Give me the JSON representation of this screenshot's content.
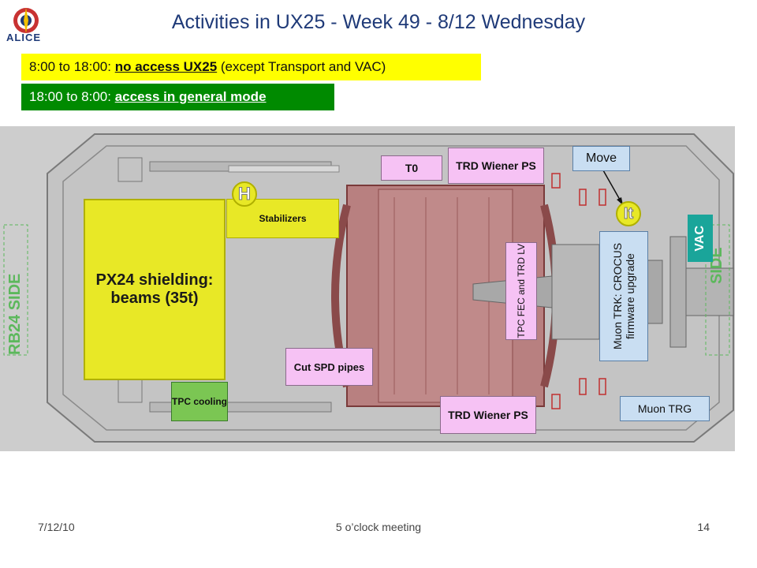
{
  "header": {
    "title": "Activities in UX25 - Week 49 - 8/12 Wednesday",
    "logo_text": "ALICE"
  },
  "banners": {
    "day_prefix": "8:00 to 18:00: ",
    "day_link": "no access UX25",
    "day_suffix": " (except Transport and VAC)",
    "night_prefix": "18:00 to 8:00: ",
    "night_link": "access in general mode"
  },
  "labels": {
    "shielding": "PX24 shielding: beams (35t)",
    "stabilizers": "Stabilizers",
    "t0": "T0",
    "trd_top": "TRD Wiener PS",
    "trd_bottom": "TRD Wiener PS",
    "move": "Move",
    "vac": "VAC",
    "muon_trk": "Muon TRK: CROCUS firmware upgrade",
    "tpc_fec": "TPC FEC and TRD LV",
    "cut_spd": "Cut SPD pipes",
    "tpc_cooling": "TPC cooling",
    "muon_trg": "Muon TRG",
    "marker_h": "H",
    "marker_it": "It",
    "side_left": "RB24 SIDE",
    "side_right": "SIDE"
  },
  "colors": {
    "title": "#1f3a78",
    "highlight_yellow": "#ffff00",
    "access_green": "#008a00",
    "task_pink": "#f6c2f4",
    "task_blue": "#c9def2",
    "shield_yellow": "#e8e826",
    "vac_teal": "#1aa59a",
    "magnet_red": "#b05a5a"
  },
  "footer": {
    "date": "7/12/10",
    "meeting": "5 o’clock meeting",
    "page": "14"
  }
}
